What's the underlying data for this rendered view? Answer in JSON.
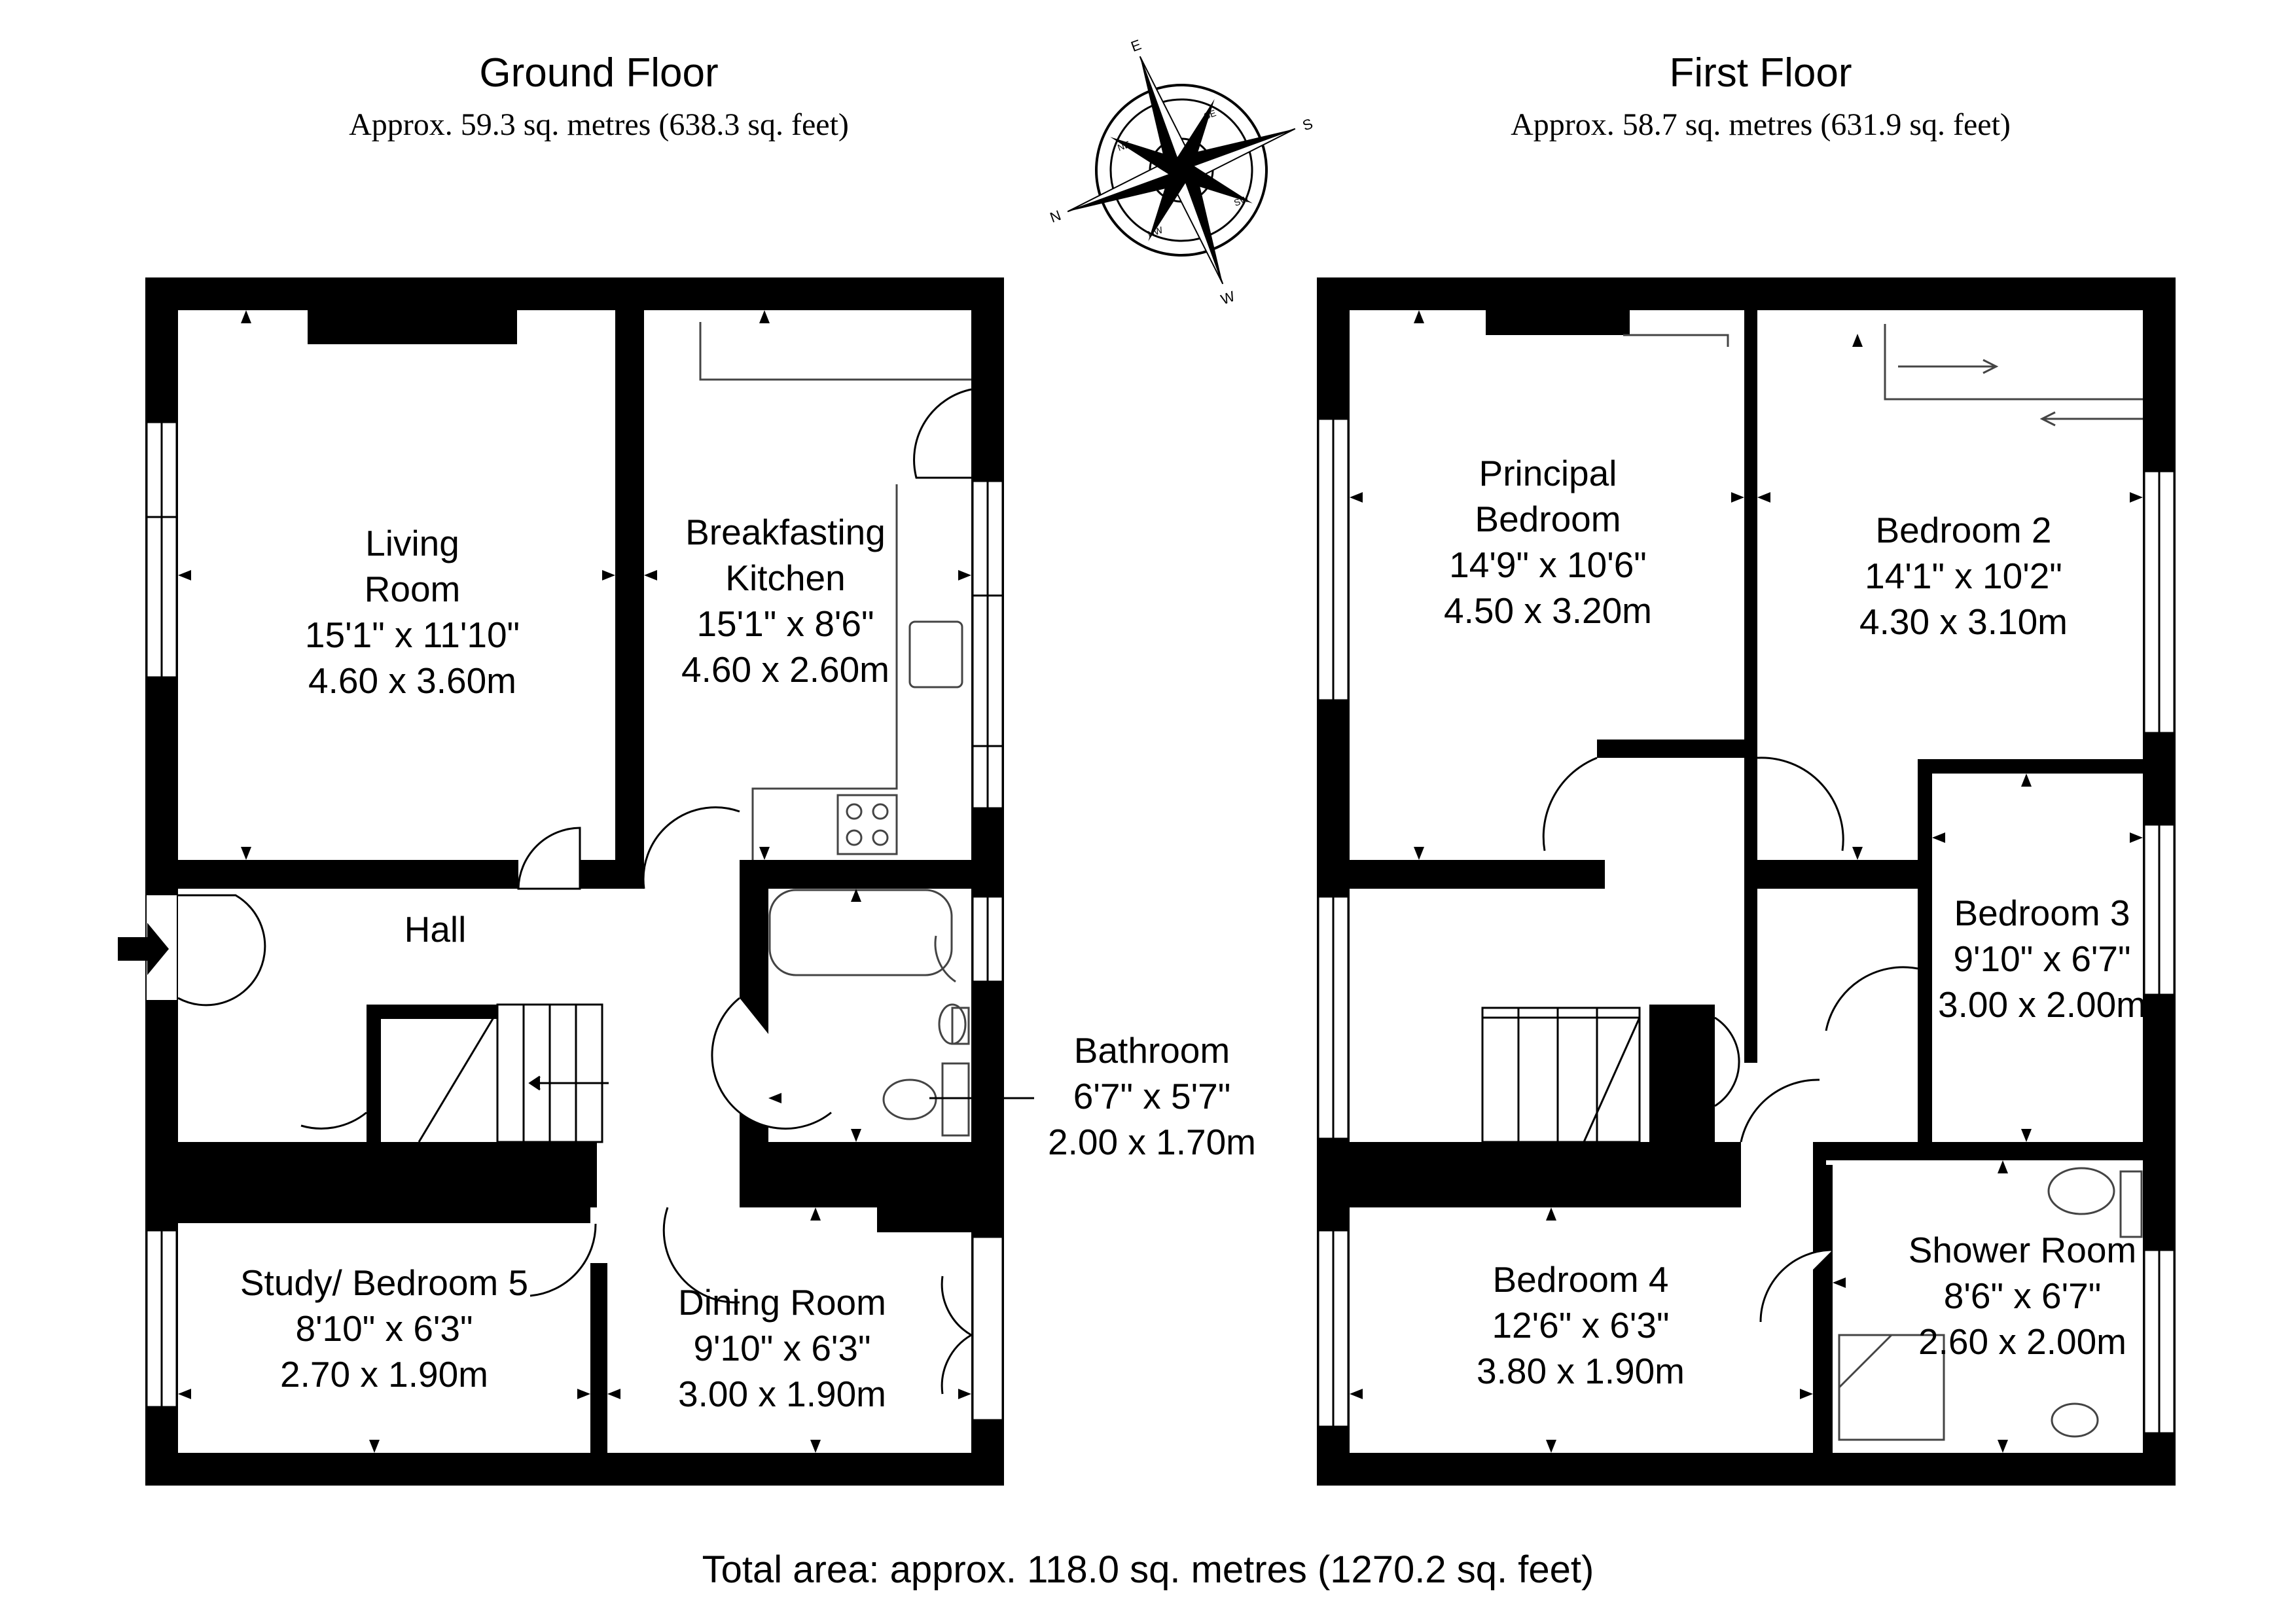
{
  "ground_floor": {
    "title": "Ground Floor",
    "area": "Approx. 59.3 sq. metres (638.3 sq. feet)",
    "rooms": [
      {
        "id": "living-room",
        "name1": "Living",
        "name2": "Room",
        "imperial": "15'1\" x 11'10\"",
        "metric": "4.60 x 3.60m"
      },
      {
        "id": "breakfasting-kitchen",
        "name1": "Breakfasting",
        "name2": "Kitchen",
        "imperial": "15'1\" x 8'6\"",
        "metric": "4.60 x 2.60m"
      },
      {
        "id": "hall",
        "name1": "Hall"
      },
      {
        "id": "bathroom",
        "name1": "Bathroom",
        "imperial": "6'7\" x 5'7\"",
        "metric": "2.00 x 1.70m"
      },
      {
        "id": "study-bedroom-5",
        "name1": "Study/ Bedroom 5",
        "imperial": "8'10\" x 6'3\"",
        "metric": "2.70 x 1.90m"
      },
      {
        "id": "dining-room",
        "name1": "Dining Room",
        "imperial": "9'10\" x 6'3\"",
        "metric": "3.00 x 1.90m"
      }
    ]
  },
  "first_floor": {
    "title": "First Floor",
    "area": "Approx. 58.7 sq. metres (631.9 sq. feet)",
    "rooms": [
      {
        "id": "principal-bedroom",
        "name1": "Principal",
        "name2": "Bedroom",
        "imperial": "14'9\" x 10'6\"",
        "metric": "4.50 x 3.20m"
      },
      {
        "id": "bedroom-2",
        "name1": "Bedroom 2",
        "imperial": "14'1\" x 10'2\"",
        "metric": "4.30 x 3.10m"
      },
      {
        "id": "bedroom-3",
        "name1": "Bedroom 3",
        "imperial": "9'10\" x 6'7\"",
        "metric": "3.00 x 2.00m"
      },
      {
        "id": "bedroom-4",
        "name1": "Bedroom 4",
        "imperial": "12'6\" x 6'3\"",
        "metric": "3.80 x 1.90m"
      },
      {
        "id": "shower-room",
        "name1": "Shower Room",
        "imperial": "8'6\" x 6'7\"",
        "metric": "2.60 x 2.00m"
      }
    ]
  },
  "compass": {
    "icon": "compass-rose-icon",
    "labels": {
      "north": "N",
      "east": "E",
      "south": "S",
      "west": "W",
      "ne": "NE",
      "se": "SE",
      "sw": "SW",
      "nw": "NW"
    }
  },
  "total_area": "Total area: approx. 118.0 sq. metres (1270.2 sq. feet)",
  "entrance_icon": "entrance-arrow-icon",
  "colors": {
    "wall": "#000000",
    "background": "#ffffff",
    "fixture": "#555555"
  }
}
